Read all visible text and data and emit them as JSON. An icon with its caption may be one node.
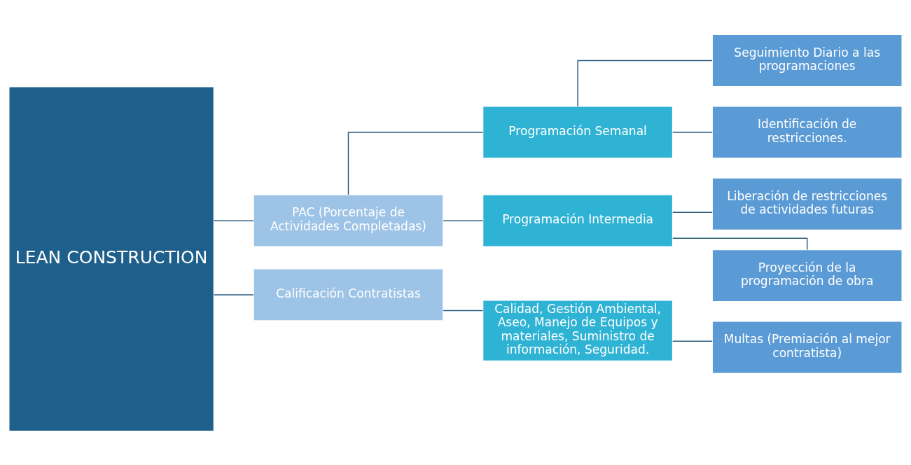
{
  "diagram": {
    "nodes": [
      {
        "text": [
          "LEAN CONSTRUCTION"
        ]
      },
      {
        "text": [
          "PAC (Porcentaje de Actividades Completadas)"
        ]
      },
      {
        "text": [
          "Calificación Contratistas"
        ]
      },
      {
        "text": [
          "Programación Semanal"
        ]
      },
      {
        "text": [
          "Programación Intermedia"
        ]
      },
      {
        "text": [
          "Calidad, Gestión Ambiental, Aseo, Manejo de Equipos y materiales, Suministro de información, Seguridad."
        ]
      },
      {
        "text": [
          "Seguimiento Diario a las programaciones"
        ]
      },
      {
        "text": [
          "Identificación de restricciones."
        ]
      },
      {
        "text": [
          "Liberación de restricciones de actividades futuras"
        ]
      },
      {
        "text": [
          "Proyección de la programación de obra"
        ]
      },
      {
        "text": [
          "Multas (Premiación al mejor contratista)"
        ]
      }
    ],
    "edges": [
      {
        "from": 0,
        "to": 1,
        "arrow": "none"
      },
      {
        "from": 0,
        "to": 2,
        "arrow": "none"
      },
      {
        "from": 1,
        "to": 3,
        "arrow": "none"
      },
      {
        "from": 1,
        "to": 4,
        "arrow": "none"
      },
      {
        "from": 2,
        "to": 5,
        "arrow": "none"
      },
      {
        "from": 3,
        "to": 6,
        "arrow": "none"
      },
      {
        "from": 3,
        "to": 7,
        "arrow": "none"
      },
      {
        "from": 4,
        "to": 8,
        "arrow": "none"
      },
      {
        "from": 4,
        "to": 9,
        "arrow": "none"
      },
      {
        "from": 5,
        "to": 10,
        "arrow": "none"
      }
    ]
  }
}
